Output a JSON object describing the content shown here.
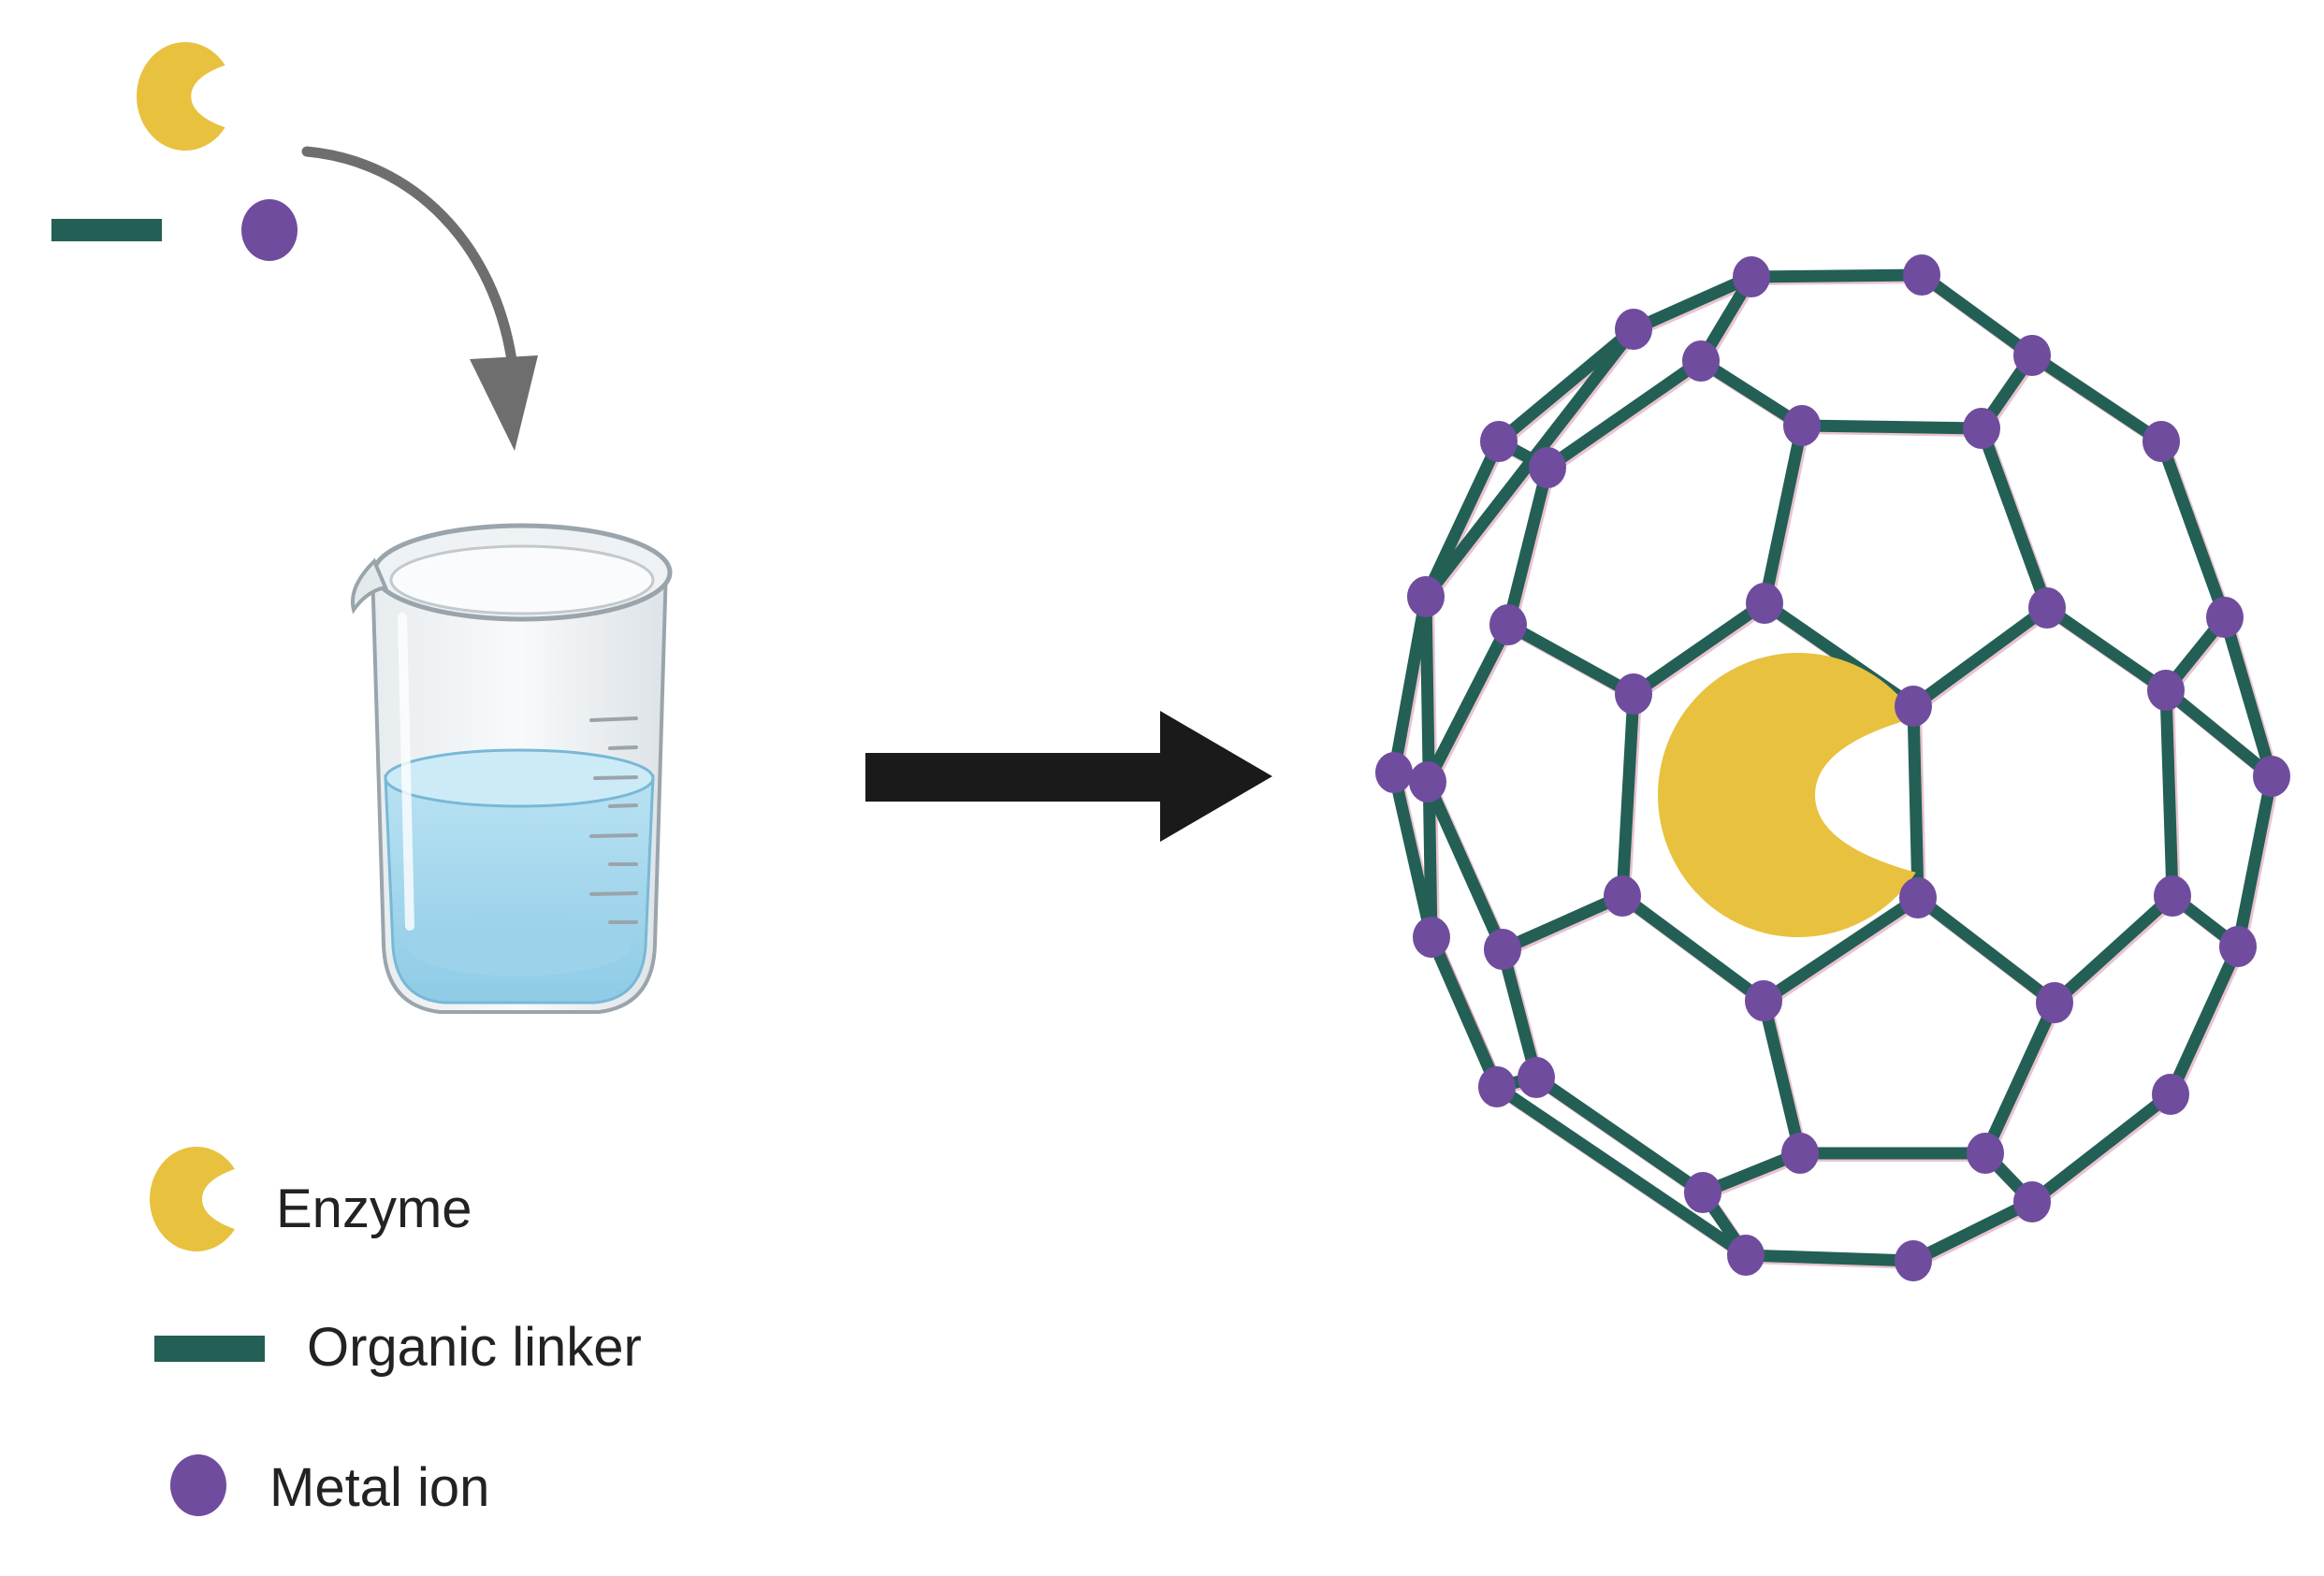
{
  "legend": {
    "enzyme_label": "Enzyme",
    "linker_label": "Organic linker",
    "metal_label": "Metal ion"
  },
  "colors": {
    "enzyme": "#e8c13f",
    "linker": "#235f55",
    "metal_ion": "#6f4c9e",
    "water": "#a9d9ee",
    "arrow": "#1a1a1a",
    "curved_arrow": "#6e6e6e",
    "edge_tint": "#c2557b"
  },
  "icons": {
    "enzyme": "enzyme-pacman-icon",
    "linker": "linker-bar-icon",
    "metal_ion": "metal-ion-dot-icon",
    "beaker": "beaker-icon"
  }
}
